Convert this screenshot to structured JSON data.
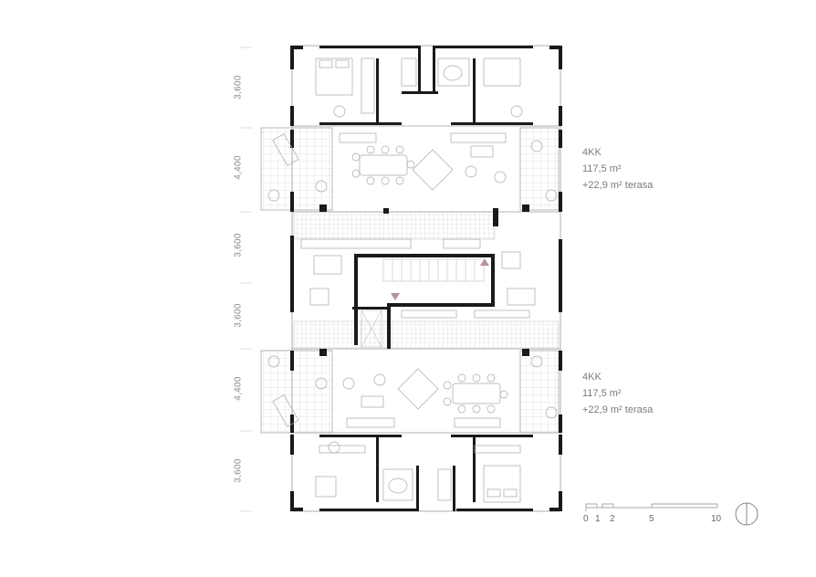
{
  "dimensions": [
    "3,600",
    "4,400",
    "3,600",
    "3,600",
    "4,400",
    "3,600"
  ],
  "units": [
    {
      "type": "4KK",
      "area": "117,5 m²",
      "terrace": "+22,9 m² terasa"
    },
    {
      "type": "4KK",
      "area": "117,5 m²",
      "terrace": "+22,9 m² terasa"
    }
  ],
  "scale_bar": {
    "labels": [
      "0",
      "1",
      "2",
      "5",
      "10"
    ]
  },
  "icons": [
    "north-arrow-icon",
    "stair-up-arrow-icon",
    "stair-down-arrow-icon"
  ],
  "colors": {
    "wall": "#1a1a1a",
    "line": "#9a9a9a",
    "arrow": "#b98fa8",
    "text": "#7a7a7a"
  }
}
